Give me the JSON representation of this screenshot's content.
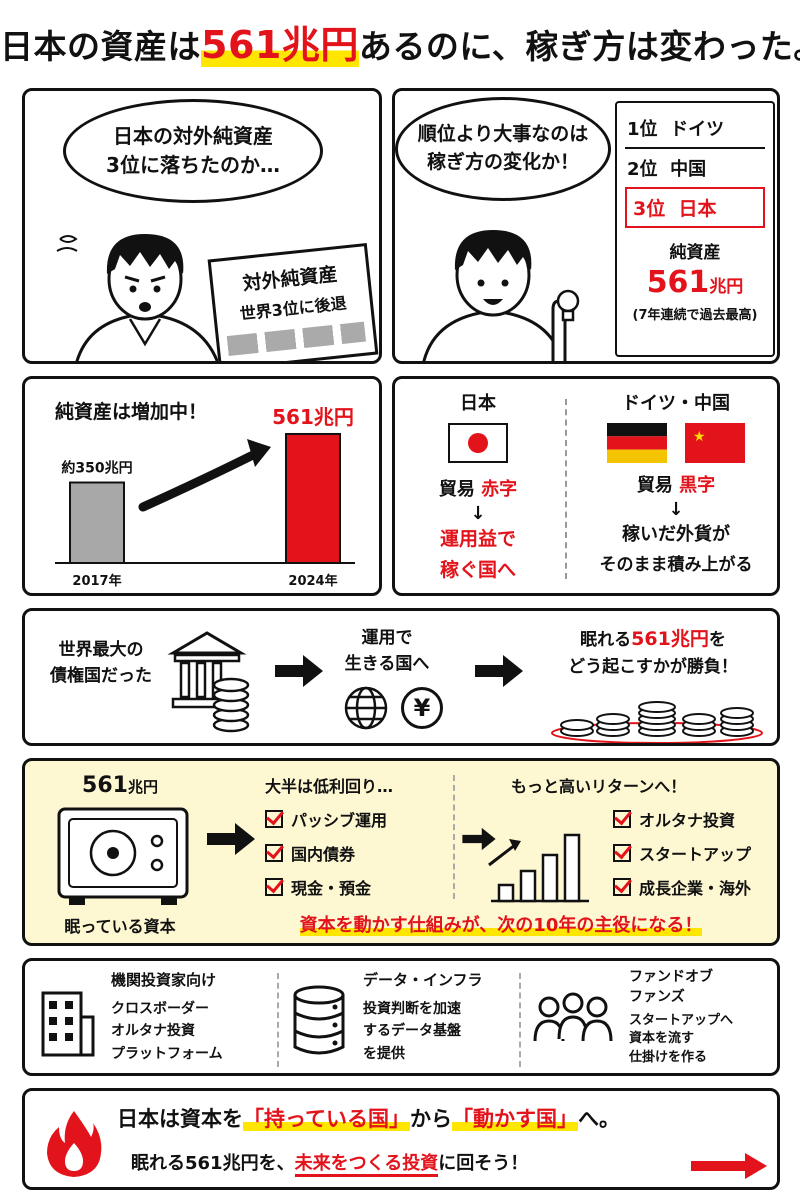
{
  "title": {
    "pre": "日本の資産は",
    "highlight": "561兆円",
    "post": "あるのに、稼ぎ方は変わった。"
  },
  "panel1": {
    "bubble": "日本の対外純資産\n3位に落ちたのか…",
    "newspaper_line1": "対外純資産",
    "newspaper_line2": "世界3位に後退"
  },
  "panel2": {
    "bubble": "順位より大事なのは\n稼ぎ方の変化か！",
    "ranking": [
      {
        "rank": "1位",
        "country": "ドイツ"
      },
      {
        "rank": "2位",
        "country": "中国"
      },
      {
        "rank": "3位",
        "country": "日本"
      }
    ],
    "net_label": "純資産",
    "net_value": "561",
    "net_unit": "兆円",
    "net_note": "(7年連続で過去最高)"
  },
  "chart_data": {
    "type": "bar",
    "title": "純資産は増加中！",
    "categories": [
      "2017年",
      "2024年"
    ],
    "values": [
      350,
      561
    ],
    "value_labels": [
      "約350兆円",
      "561兆円"
    ],
    "label_prefix": "約",
    "unit": "兆円",
    "ylim": [
      0,
      600
    ],
    "colors": [
      "#a8a8a8",
      "#e3131b"
    ],
    "grid": false
  },
  "panel4": {
    "left_country": "日本",
    "left_trade": "貿易",
    "left_trade_status": "赤字",
    "left_result_line1": "運用益で",
    "left_result_line2": "稼ぐ国へ",
    "right_country": "ドイツ・中国",
    "right_trade": "貿易",
    "right_trade_status": "黒字",
    "right_result_line1": "稼いだ外貨が",
    "right_result_line2": "そのまま積み上がる"
  },
  "panel5": {
    "step1_line1": "世界最大の",
    "step1_line2": "債権国だった",
    "step2_line1": "運用で",
    "step2_line2": "生きる国へ",
    "step3_line1_pre": "眠れる",
    "step3_line1_hl": "561兆円",
    "step3_line1_post": "を",
    "step3_line2": "どう起こすかが勝負！",
    "yen_symbol": "¥"
  },
  "panel6": {
    "safe_value": "561",
    "safe_unit": "兆円",
    "safe_caption": "眠っている資本",
    "low_title": "大半は低利回り…",
    "low_items": [
      "パッシブ運用",
      "国内債券",
      "現金・預金"
    ],
    "high_title": "もっと高いリターンへ！",
    "high_items": [
      "オルタナ投資",
      "スタートアップ",
      "成長企業・海外"
    ],
    "tagline": "資本を動かす仕組みが、次の10年の主役になる！"
  },
  "panel7": {
    "col1_title": "機関投資家向け",
    "col1_lines": [
      "クロスボーダー",
      "オルタナ投資",
      "プラットフォーム"
    ],
    "col2_title": "データ・インフラ",
    "col2_lines": [
      "投資判断を加速",
      "するデータ基盤",
      "を提供"
    ],
    "col3_title_lines": [
      "ファンドオブ",
      "ファンズ"
    ],
    "col3_lines": [
      "スタートアップへ",
      "資本を流す",
      "仕掛けを作る"
    ]
  },
  "footer": {
    "line1_pre": "日本は資本を",
    "line1_q1": "「持っている国」",
    "line1_mid": "から",
    "line1_q2": "「動かす国」",
    "line1_post": "へ。",
    "line2_pre": "眠れる561兆円を、",
    "line2_hl": "未来をつくる投資",
    "line2_post": "に回そう！"
  },
  "colors": {
    "accent": "#e3131b",
    "highlight": "#ffe600",
    "panel_yellow": "#fdf7d2",
    "ink": "#111111"
  },
  "icons": [
    "newspaper-icon",
    "lightbulb-icon",
    "bank-building-icon",
    "coins-icon",
    "globe-icon",
    "yen-coin-icon",
    "safe-icon",
    "arrow-right-icon",
    "growth-chart-icon",
    "office-building-icon",
    "database-icon",
    "people-icon",
    "flame-icon"
  ]
}
